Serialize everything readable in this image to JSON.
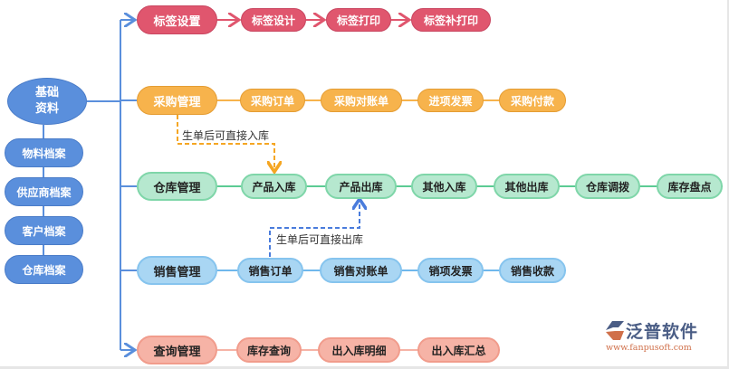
{
  "root": {
    "line1": "基础",
    "line2": "资料"
  },
  "archives": [
    "物料档案",
    "供应商档案",
    "客户档案",
    "仓库档案"
  ],
  "rows": [
    {
      "category": "标签设置",
      "items": [
        "标签设计",
        "标签打印",
        "标签补打印"
      ],
      "color": "#e0566e"
    },
    {
      "category": "采购管理",
      "items": [
        "采购订单",
        "采购对账单",
        "进项发票",
        "采购付款"
      ],
      "color": "#f7b34c"
    },
    {
      "category": "仓库管理",
      "items": [
        "产品入库",
        "产品出库",
        "其他入库",
        "其他出库",
        "仓库调拨",
        "库存盘点"
      ],
      "color": "#7fd6a9"
    },
    {
      "category": "销售管理",
      "items": [
        "销售订单",
        "销售对账单",
        "销项发票",
        "销售收款"
      ],
      "color": "#86c4ee"
    },
    {
      "category": "查询管理",
      "items": [
        "库存查询",
        "出入库明细",
        "出入库汇总"
      ],
      "color": "#f19c8c"
    }
  ],
  "notes": {
    "purchase_to_stock": "生单后可直接入库",
    "sales_to_stock": "生单后可直接出库"
  },
  "logo": {
    "name": "泛普软件",
    "url": "www.fanpusoft.com"
  }
}
